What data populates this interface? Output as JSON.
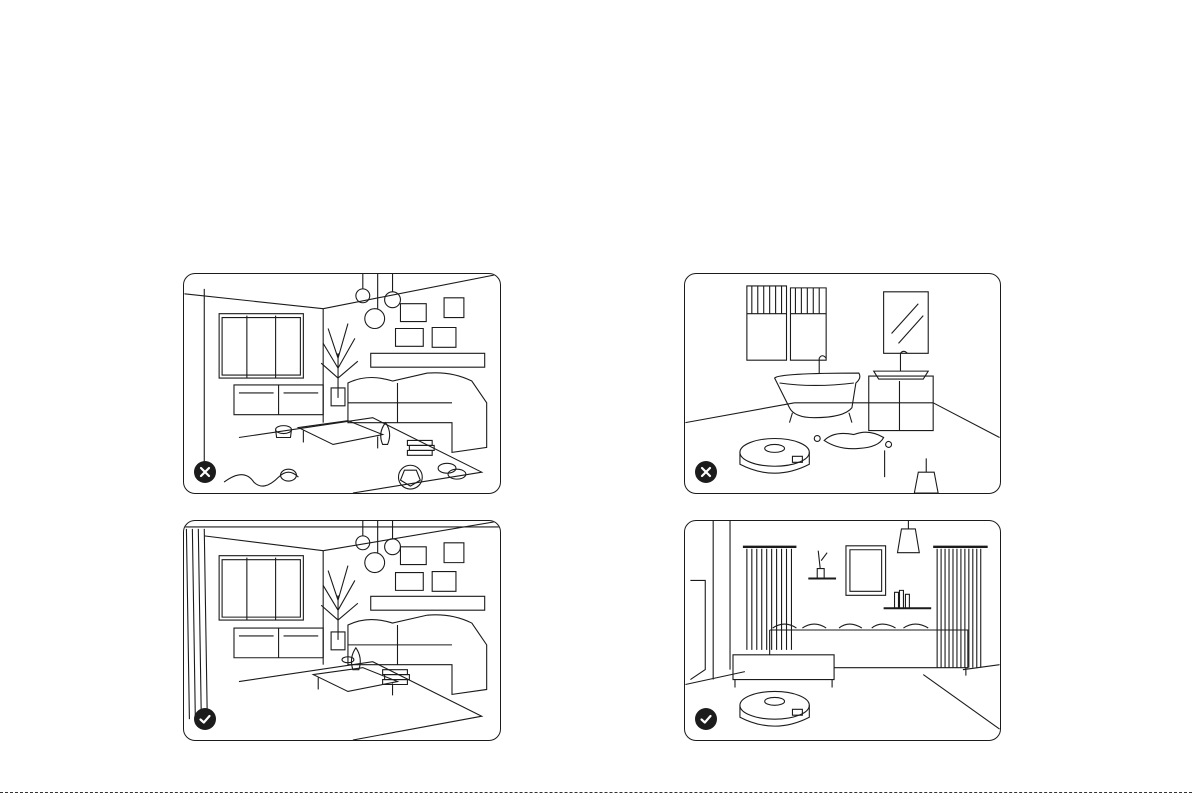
{
  "panels": [
    {
      "id": "living-room-cluttered",
      "status": "incorrect",
      "badge_icon": "cross-icon"
    },
    {
      "id": "bathroom-robot",
      "status": "incorrect",
      "badge_icon": "cross-icon"
    },
    {
      "id": "living-room-tidy",
      "status": "correct",
      "badge_icon": "check-icon"
    },
    {
      "id": "lounge-robot",
      "status": "correct",
      "badge_icon": "check-icon"
    }
  ],
  "colors": {
    "line": "#1b1b1b",
    "badge": "#1c1c1c",
    "background": "#ffffff"
  }
}
